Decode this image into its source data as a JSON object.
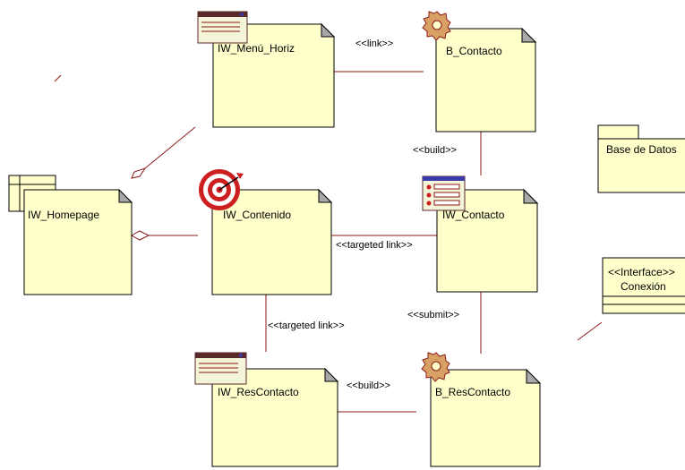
{
  "nodes": {
    "menu_horiz": "IW_Menú_Horiz",
    "b_contacto": "B_Contacto",
    "base_datos": "Base de Datos",
    "homepage": "IW_Homepage",
    "contenido": "IW_Contenido",
    "iw_contacto": "IW_Contacto",
    "interface_stereotype": "<<Interface>>",
    "interface_name": "Conexión",
    "res_contacto": "IW_ResContacto",
    "b_rescontacto": "B_ResContacto"
  },
  "edges": {
    "link": "<<link>>",
    "build_top": "<<build>>",
    "targeted_link_right": "<<targeted link>>",
    "targeted_link_down": "<<targeted link>>",
    "submit": "<<submit>>",
    "build_bottom": "<<build>>"
  },
  "colors": {
    "node_fill": "#ffffcc",
    "fold_fill": "#a8a8a8",
    "edge_line": "#8b1a1a",
    "window_icon_fill": "#f4f4d8",
    "window_titlebar": "#5a2a2a",
    "target_red": "#cc1f1f",
    "gear_fill": "#d9a066",
    "form_bar": "#3a3aa8"
  },
  "icons": [
    "window-icon",
    "gear-icon",
    "target-icon",
    "form-icon",
    "folder-tab-icon"
  ]
}
